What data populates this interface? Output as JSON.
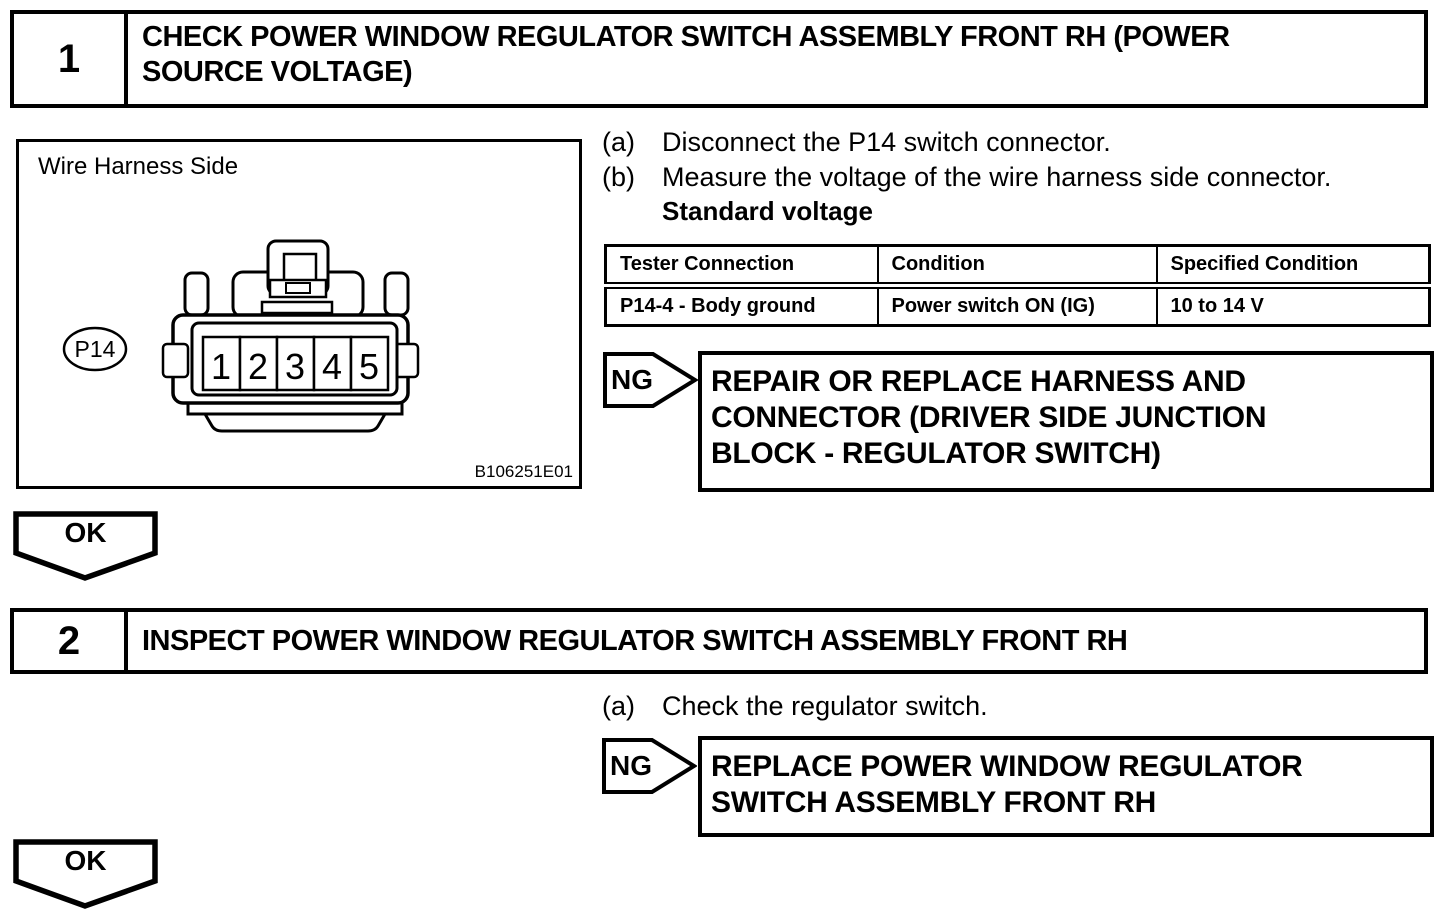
{
  "colors": {
    "ink": "#000000",
    "paper": "#ffffff"
  },
  "figure": {
    "caption": "Wire Harness Side",
    "connector_id": "P14",
    "pin_labels": [
      "1",
      "2",
      "3",
      "4",
      "5"
    ],
    "figure_code": "B106251E01"
  },
  "steps": {
    "step1": {
      "number": "1",
      "title": "CHECK POWER WINDOW REGULATOR SWITCH ASSEMBLY FRONT RH (POWER\nSOURCE VOLTAGE)",
      "instructions": [
        {
          "marker": "(a)",
          "text": "Disconnect the P14 switch connector."
        },
        {
          "marker": "(b)",
          "text": "Measure the voltage of the wire harness side connector."
        }
      ],
      "spec_heading": "Standard voltage",
      "table": {
        "headers": [
          "Tester Connection",
          "Condition",
          "Specified Condition"
        ],
        "rows": [
          [
            "P14-4 - Body ground",
            "Power switch ON (IG)",
            "10 to 14 V"
          ]
        ]
      },
      "ng": {
        "label": "NG",
        "result": "REPAIR OR REPLACE HARNESS AND\nCONNECTOR (DRIVER SIDE JUNCTION\nBLOCK - REGULATOR SWITCH)"
      },
      "ok": {
        "label": "OK"
      }
    },
    "step2": {
      "number": "2",
      "title": "INSPECT POWER WINDOW REGULATOR SWITCH ASSEMBLY FRONT RH",
      "instructions": [
        {
          "marker": "(a)",
          "text": "Check the regulator switch."
        }
      ],
      "ng": {
        "label": "NG",
        "result": "REPLACE POWER WINDOW REGULATOR\nSWITCH ASSEMBLY FRONT RH"
      },
      "ok": {
        "label": "OK"
      }
    }
  }
}
